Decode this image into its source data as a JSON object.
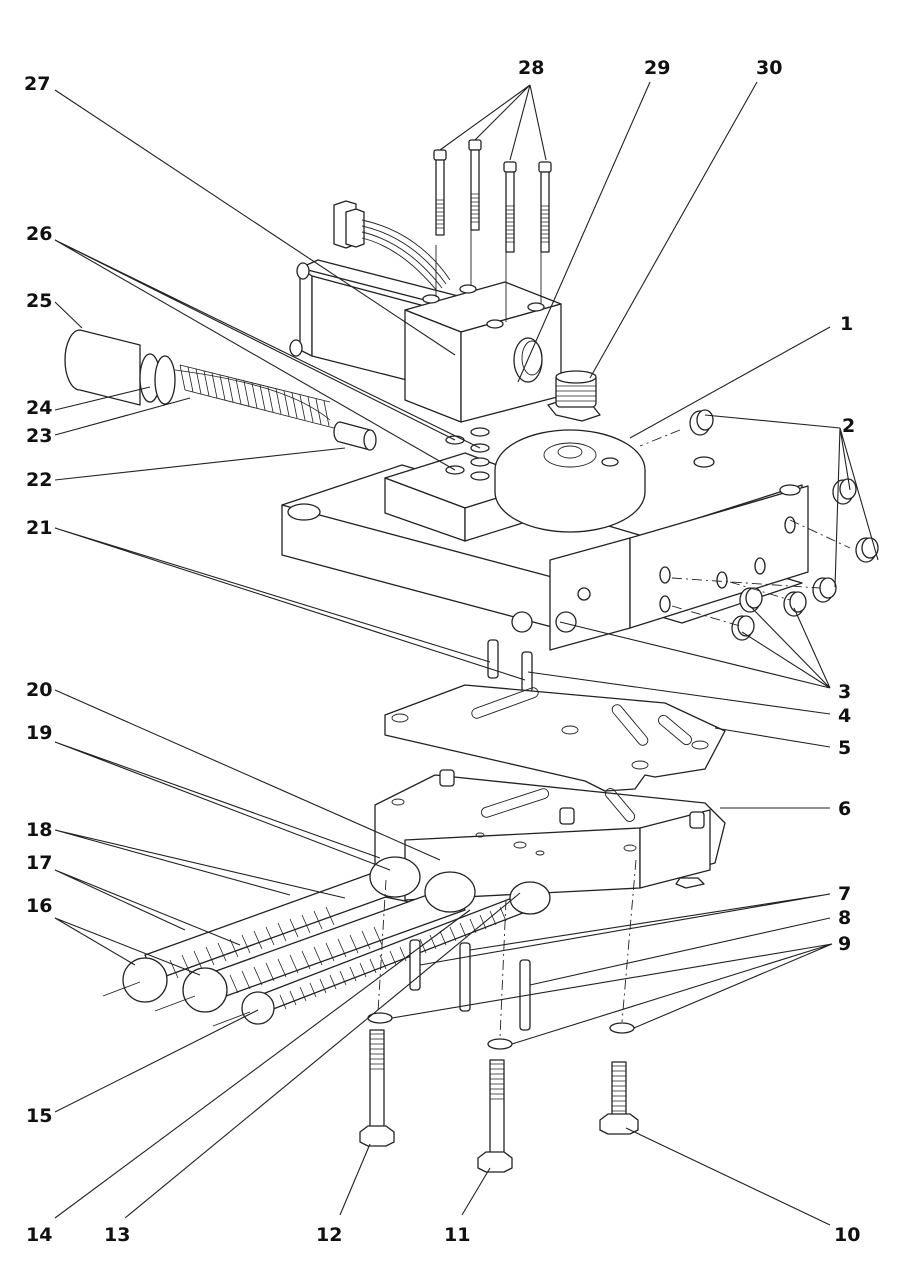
{
  "figure": {
    "type": "exploded-assembly-drawing",
    "callouts": [
      {
        "id": "c1",
        "label": "1"
      },
      {
        "id": "c2",
        "label": "2"
      },
      {
        "id": "c3",
        "label": "3"
      },
      {
        "id": "c4",
        "label": "4"
      },
      {
        "id": "c5",
        "label": "5"
      },
      {
        "id": "c6",
        "label": "6"
      },
      {
        "id": "c7",
        "label": "7"
      },
      {
        "id": "c8",
        "label": "8"
      },
      {
        "id": "c9",
        "label": "9"
      },
      {
        "id": "c10",
        "label": "10"
      },
      {
        "id": "c11",
        "label": "11"
      },
      {
        "id": "c12",
        "label": "12"
      },
      {
        "id": "c13",
        "label": "13"
      },
      {
        "id": "c14",
        "label": "14"
      },
      {
        "id": "c15",
        "label": "15"
      },
      {
        "id": "c16",
        "label": "16"
      },
      {
        "id": "c17",
        "label": "17"
      },
      {
        "id": "c18",
        "label": "18"
      },
      {
        "id": "c19",
        "label": "19"
      },
      {
        "id": "c20",
        "label": "20"
      },
      {
        "id": "c21",
        "label": "21"
      },
      {
        "id": "c22",
        "label": "22"
      },
      {
        "id": "c23",
        "label": "23"
      },
      {
        "id": "c24",
        "label": "24"
      },
      {
        "id": "c25",
        "label": "25"
      },
      {
        "id": "c26",
        "label": "26"
      },
      {
        "id": "c27",
        "label": "27"
      },
      {
        "id": "c28",
        "label": "28"
      },
      {
        "id": "c29",
        "label": "29"
      },
      {
        "id": "c30",
        "label": "30"
      }
    ]
  }
}
